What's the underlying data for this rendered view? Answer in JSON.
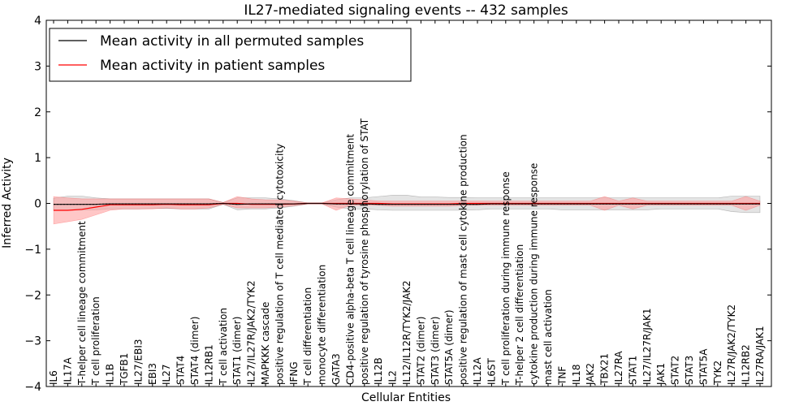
{
  "chart_data": {
    "type": "line",
    "title": "IL27-mediated signaling events -- 432 samples",
    "xlabel": "Cellular Entities",
    "ylabel": "Inferred Activity",
    "ylim": [
      -4,
      4
    ],
    "yticks": [
      -4,
      -3,
      -2,
      -1,
      0,
      1,
      2,
      3,
      4
    ],
    "ytick_labels": [
      "−4",
      "−3",
      "−2",
      "−1",
      "0",
      "1",
      "2",
      "3",
      "4"
    ],
    "grid": false,
    "legend_position": "top-left",
    "categories": [
      "IL6",
      "IL17A",
      "T-helper cell lineage commitment",
      "T cell proliferation",
      "IL1B",
      "TGFB1",
      "IL27/EBI3",
      "EBI3",
      "IL27",
      "STAT4",
      "STAT4 (dimer)",
      "IL12RB1",
      "T cell activation",
      "STAT1 (dimer)",
      "IL27/IL27R/JAK2/TYK2",
      "MAPKKK cascade",
      "positive regulation of T cell mediated cytotoxicity",
      "IFNG",
      "T cell differentiation",
      "monocyte differentiation",
      "GATA3",
      "CD4-positive alpha-beta T cell lineage commitment",
      "positive regulation of tyrosine phosphorylation of STAT",
      "IL12B",
      "IL2",
      "IL12/IL12R/TYK2/JAK2",
      "STAT2 (dimer)",
      "STAT3 (dimer)",
      "STAT5A (dimer)",
      "positive regulation of mast cell cytokine production",
      "IL12A",
      "IL6ST",
      "T cell proliferation during immune response",
      "T-helper 2 cell differentiation",
      "cytokine production during immune response",
      "mast cell activation",
      "TNF",
      "IL18",
      "JAK2",
      "TBX21",
      "IL27RA",
      "STAT1",
      "IL27/IL27R/JAK1",
      "JAK1",
      "STAT2",
      "STAT3",
      "STAT5A",
      "TYK2",
      "IL27R/JAK2/TYK2",
      "IL12RB2",
      "IL27RA/JAK1"
    ],
    "series": [
      {
        "name": "Mean activity in all permuted samples",
        "color": "#000000",
        "band_color": "#bbbbbb",
        "values": [
          -0.02,
          -0.02,
          -0.02,
          -0.02,
          -0.01,
          -0.01,
          -0.01,
          -0.01,
          -0.01,
          -0.01,
          -0.01,
          -0.01,
          0.0,
          -0.02,
          -0.01,
          -0.01,
          -0.01,
          -0.01,
          0.0,
          0.0,
          -0.01,
          -0.01,
          -0.01,
          -0.02,
          -0.02,
          -0.02,
          -0.02,
          -0.02,
          -0.02,
          -0.02,
          -0.02,
          -0.01,
          -0.01,
          -0.01,
          -0.01,
          -0.01,
          -0.01,
          -0.01,
          -0.01,
          -0.01,
          -0.01,
          -0.01,
          -0.01,
          -0.01,
          -0.01,
          -0.01,
          -0.01,
          -0.01,
          -0.01,
          -0.01,
          -0.01
        ],
        "lower": [
          -0.15,
          -0.15,
          -0.15,
          -0.14,
          -0.12,
          -0.12,
          -0.12,
          -0.11,
          -0.11,
          -0.12,
          -0.12,
          -0.12,
          -0.02,
          -0.14,
          -0.12,
          -0.12,
          -0.1,
          -0.06,
          -0.01,
          -0.01,
          -0.08,
          -0.12,
          -0.12,
          -0.14,
          -0.15,
          -0.15,
          -0.15,
          -0.15,
          -0.15,
          -0.15,
          -0.14,
          -0.12,
          -0.12,
          -0.12,
          -0.12,
          -0.12,
          -0.14,
          -0.14,
          -0.14,
          -0.14,
          -0.14,
          -0.14,
          -0.14,
          -0.12,
          -0.12,
          -0.12,
          -0.12,
          -0.12,
          -0.18,
          -0.2,
          -0.2
        ],
        "upper": [
          0.11,
          0.16,
          0.16,
          0.12,
          0.1,
          0.1,
          0.1,
          0.1,
          0.1,
          0.1,
          0.1,
          0.1,
          0.02,
          0.12,
          0.12,
          0.12,
          0.1,
          0.06,
          0.01,
          0.01,
          0.08,
          0.12,
          0.12,
          0.15,
          0.18,
          0.18,
          0.14,
          0.14,
          0.13,
          0.13,
          0.12,
          0.12,
          0.12,
          0.12,
          0.12,
          0.12,
          0.12,
          0.12,
          0.12,
          0.12,
          0.12,
          0.12,
          0.12,
          0.12,
          0.12,
          0.12,
          0.12,
          0.12,
          0.16,
          0.16,
          0.16
        ]
      },
      {
        "name": "Mean activity in patient samples",
        "color": "#ff0000",
        "band_color": "#ff9999",
        "values": [
          -0.15,
          -0.15,
          -0.13,
          -0.08,
          -0.03,
          -0.03,
          -0.03,
          -0.03,
          -0.02,
          -0.03,
          -0.03,
          -0.03,
          0.0,
          0.0,
          -0.02,
          -0.02,
          -0.02,
          -0.01,
          0.0,
          0.0,
          0.0,
          0.0,
          0.0,
          0.0,
          -0.01,
          -0.01,
          -0.01,
          -0.01,
          -0.01,
          0.0,
          0.0,
          0.0,
          0.0,
          0.0,
          0.0,
          0.0,
          0.0,
          0.0,
          0.0,
          0.0,
          0.0,
          0.0,
          0.0,
          0.0,
          0.0,
          0.0,
          0.0,
          0.0,
          0.0,
          0.0,
          0.0
        ],
        "lower": [
          -0.45,
          -0.4,
          -0.35,
          -0.25,
          -0.15,
          -0.12,
          -0.12,
          -0.12,
          -0.1,
          -0.12,
          -0.12,
          -0.1,
          -0.02,
          -0.1,
          -0.1,
          -0.1,
          -0.08,
          -0.05,
          -0.01,
          -0.01,
          -0.15,
          -0.04,
          -0.04,
          -0.04,
          -0.06,
          -0.06,
          -0.06,
          -0.06,
          -0.06,
          -0.04,
          -0.04,
          -0.04,
          -0.04,
          -0.04,
          -0.04,
          -0.04,
          -0.04,
          -0.04,
          -0.04,
          -0.15,
          -0.04,
          -0.12,
          -0.04,
          -0.04,
          -0.04,
          -0.04,
          -0.04,
          -0.04,
          -0.04,
          -0.15,
          -0.04
        ],
        "upper": [
          0.15,
          0.12,
          0.1,
          0.1,
          0.1,
          0.1,
          0.1,
          0.1,
          0.1,
          0.1,
          0.1,
          0.1,
          0.02,
          0.15,
          0.1,
          0.08,
          0.08,
          0.05,
          0.01,
          0.01,
          0.12,
          0.1,
          0.08,
          0.05,
          0.05,
          0.05,
          0.05,
          0.05,
          0.05,
          0.05,
          0.05,
          0.05,
          0.05,
          0.05,
          0.05,
          0.05,
          0.05,
          0.05,
          0.05,
          0.15,
          0.05,
          0.12,
          0.05,
          0.05,
          0.05,
          0.05,
          0.05,
          0.05,
          0.05,
          0.15,
          0.05
        ]
      }
    ]
  }
}
